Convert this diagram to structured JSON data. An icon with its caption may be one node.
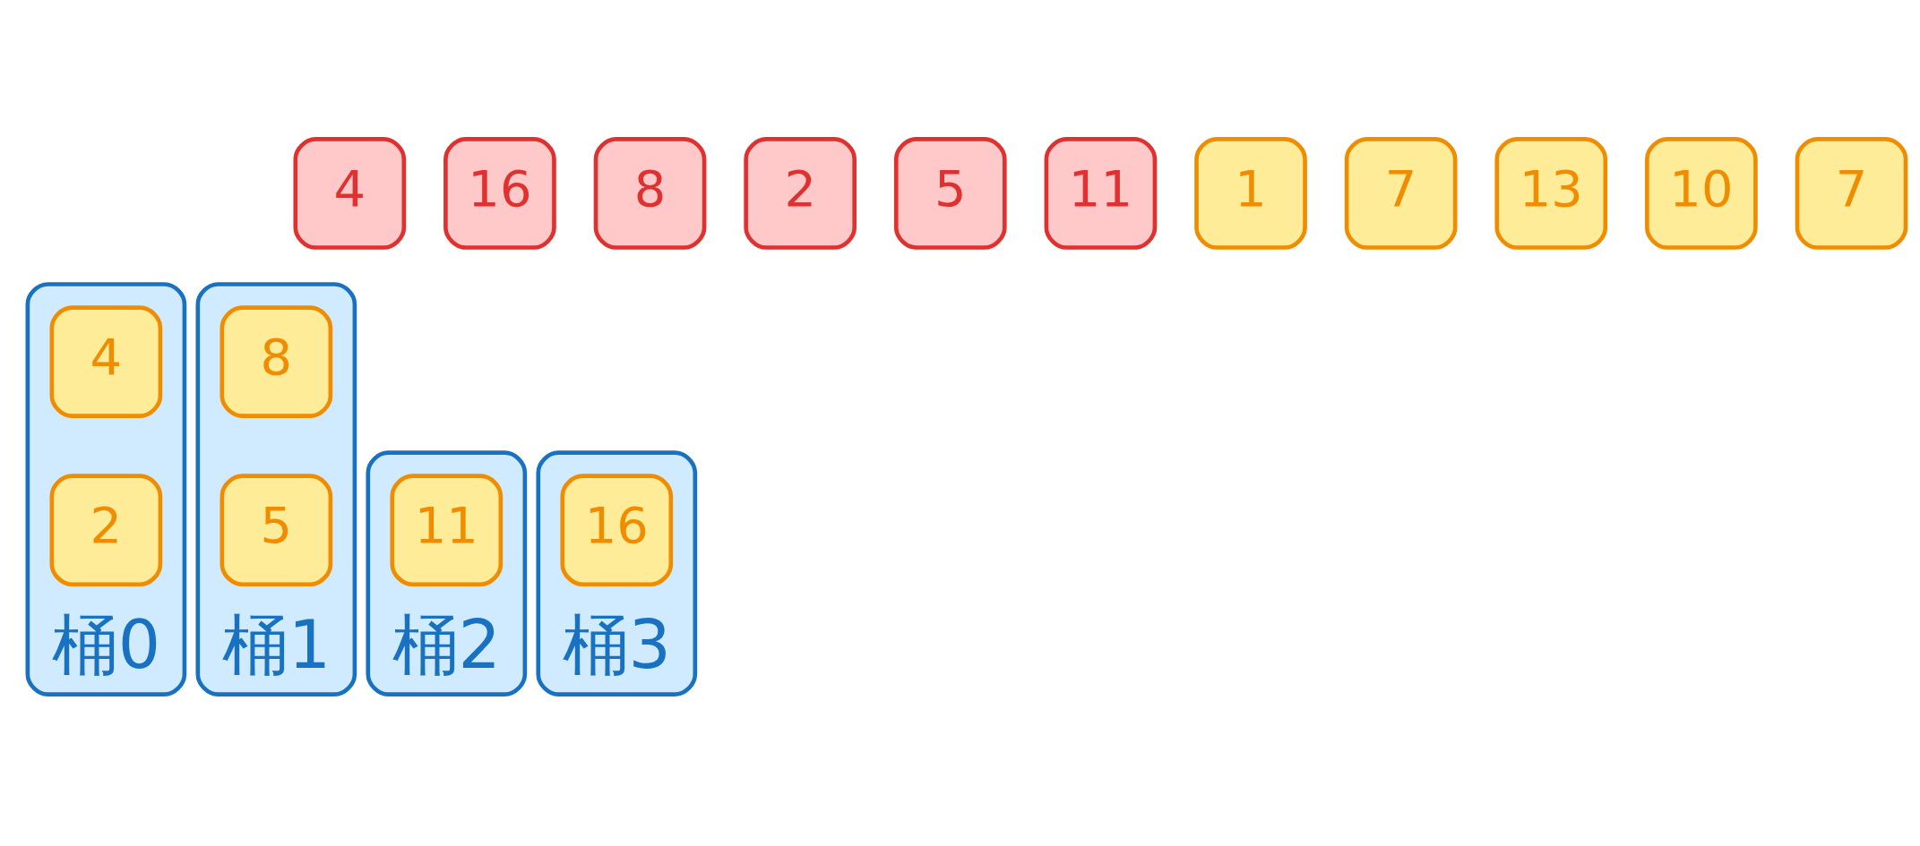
{
  "diagram": {
    "nodes": [
      {
        "text": [
          "4"
        ]
      },
      {
        "text": [
          "16"
        ]
      },
      {
        "text": [
          "8"
        ]
      },
      {
        "text": [
          "2"
        ]
      },
      {
        "text": [
          "5"
        ]
      },
      {
        "text": [
          "11"
        ]
      },
      {
        "text": [
          "1"
        ]
      },
      {
        "text": [
          "7"
        ]
      },
      {
        "text": [
          "13"
        ]
      },
      {
        "text": [
          "10"
        ]
      },
      {
        "text": [
          "7"
        ]
      },
      {
        "text": [
          "桶0"
        ]
      },
      {
        "text": [
          "4"
        ],
        "in": 11
      },
      {
        "text": [
          "2"
        ],
        "in": 11
      },
      {
        "text": [
          "桶1"
        ]
      },
      {
        "text": [
          "8"
        ],
        "in": 14
      },
      {
        "text": [
          "5"
        ],
        "in": 14
      },
      {
        "text": [
          "桶2"
        ]
      },
      {
        "text": [
          "11"
        ],
        "in": 17
      },
      {
        "text": [
          "桶3"
        ]
      },
      {
        "text": [
          "16"
        ],
        "in": 19
      }
    ],
    "edges": []
  }
}
